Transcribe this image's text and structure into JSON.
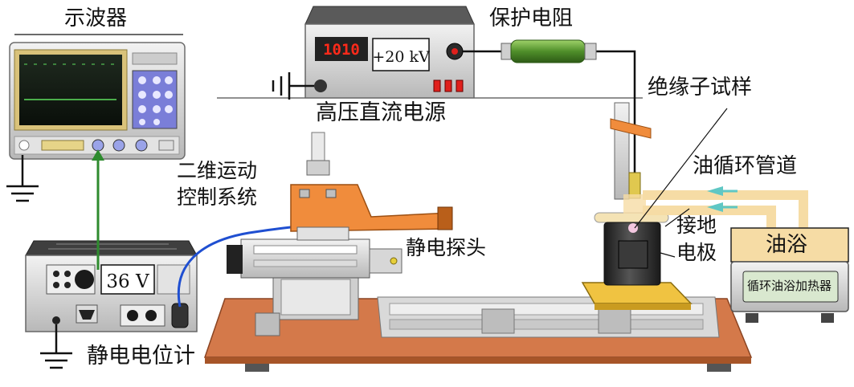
{
  "labels": {
    "oscilloscope": "示波器",
    "hv_source": "高压直流电源",
    "protective_resistor": "保护电阻",
    "insulator_sample": "绝缘子试样",
    "motion_control_line1": "二维运动",
    "motion_control_line2": "控制系统",
    "oil_pipe": "油循环管道",
    "ground_electrode_line1": "接地",
    "ground_electrode_line2": "电极",
    "oil_bath": "油浴",
    "bath_heater": "循环油浴加热器",
    "electrostatic_probe": "静电探头",
    "electrostatic_voltmeter": "静电电位计"
  },
  "readouts": {
    "hv_display_digits": "1010",
    "hv_voltage": "+20 kV",
    "voltmeter_voltage": "36 V"
  },
  "colors": {
    "signal_wire": "#2e8b2e",
    "probe_cable": "#1f4fd1",
    "hv_wire": "#111111",
    "oil_pipe": "#f6dca5",
    "oil_flow_arrow": "#5fc7c4",
    "base_plate": "#d4794a",
    "resistor": "#4f8f2a",
    "orange_part": "#f08c3c",
    "led_red": "#e0201c"
  },
  "icons": [
    "ground-icon",
    "arrow-icon"
  ]
}
